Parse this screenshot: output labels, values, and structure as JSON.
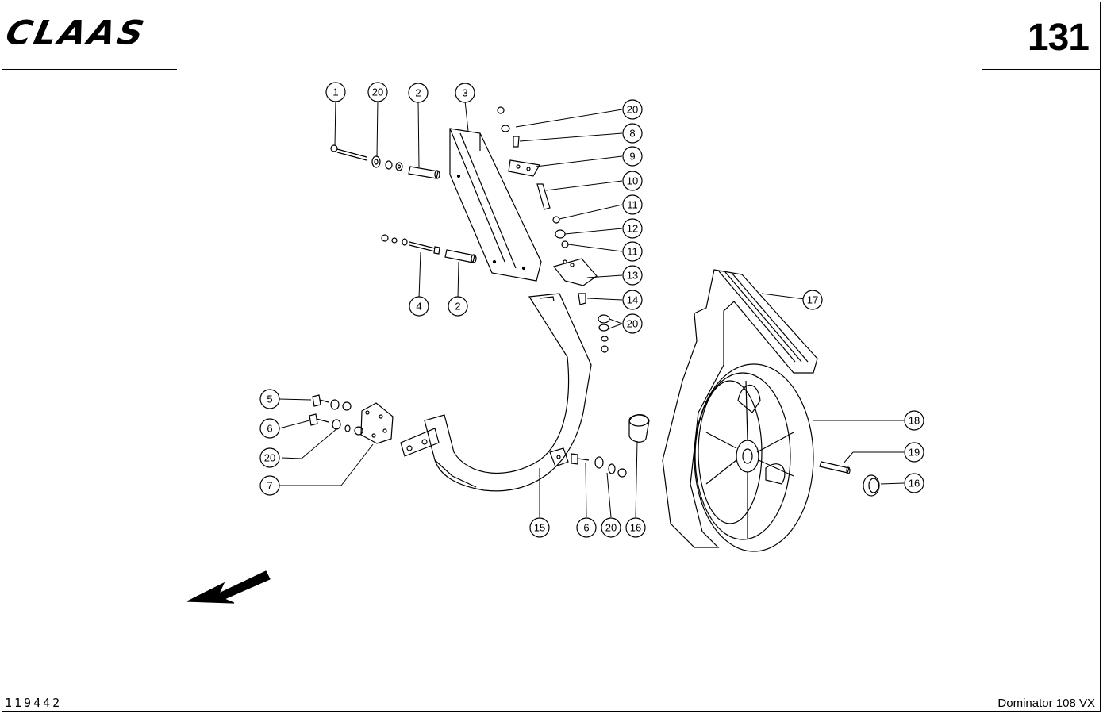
{
  "header": {
    "brand": "CLAAS",
    "page_number": "131"
  },
  "footer": {
    "doc_number": "119442",
    "model": "Dominator 108 VX"
  },
  "callouts": [
    {
      "id": "c1",
      "label": "1"
    },
    {
      "id": "c20a",
      "label": "20"
    },
    {
      "id": "c2a",
      "label": "2"
    },
    {
      "id": "c3",
      "label": "3"
    },
    {
      "id": "c20b",
      "label": "20"
    },
    {
      "id": "c8",
      "label": "8"
    },
    {
      "id": "c9",
      "label": "9"
    },
    {
      "id": "c10",
      "label": "10"
    },
    {
      "id": "c11a",
      "label": "11"
    },
    {
      "id": "c12",
      "label": "12"
    },
    {
      "id": "c11b",
      "label": "11"
    },
    {
      "id": "c13",
      "label": "13"
    },
    {
      "id": "c14",
      "label": "14"
    },
    {
      "id": "c20c",
      "label": "20"
    },
    {
      "id": "c17",
      "label": "17"
    },
    {
      "id": "c4",
      "label": "4"
    },
    {
      "id": "c2b",
      "label": "2"
    },
    {
      "id": "c5",
      "label": "5"
    },
    {
      "id": "c6a",
      "label": "6"
    },
    {
      "id": "c20d",
      "label": "20"
    },
    {
      "id": "c7",
      "label": "7"
    },
    {
      "id": "c15",
      "label": "15"
    },
    {
      "id": "c6b",
      "label": "6"
    },
    {
      "id": "c20e",
      "label": "20"
    },
    {
      "id": "c16a",
      "label": "16"
    },
    {
      "id": "c18",
      "label": "18"
    },
    {
      "id": "c19",
      "label": "19"
    },
    {
      "id": "c16b",
      "label": "16"
    }
  ]
}
